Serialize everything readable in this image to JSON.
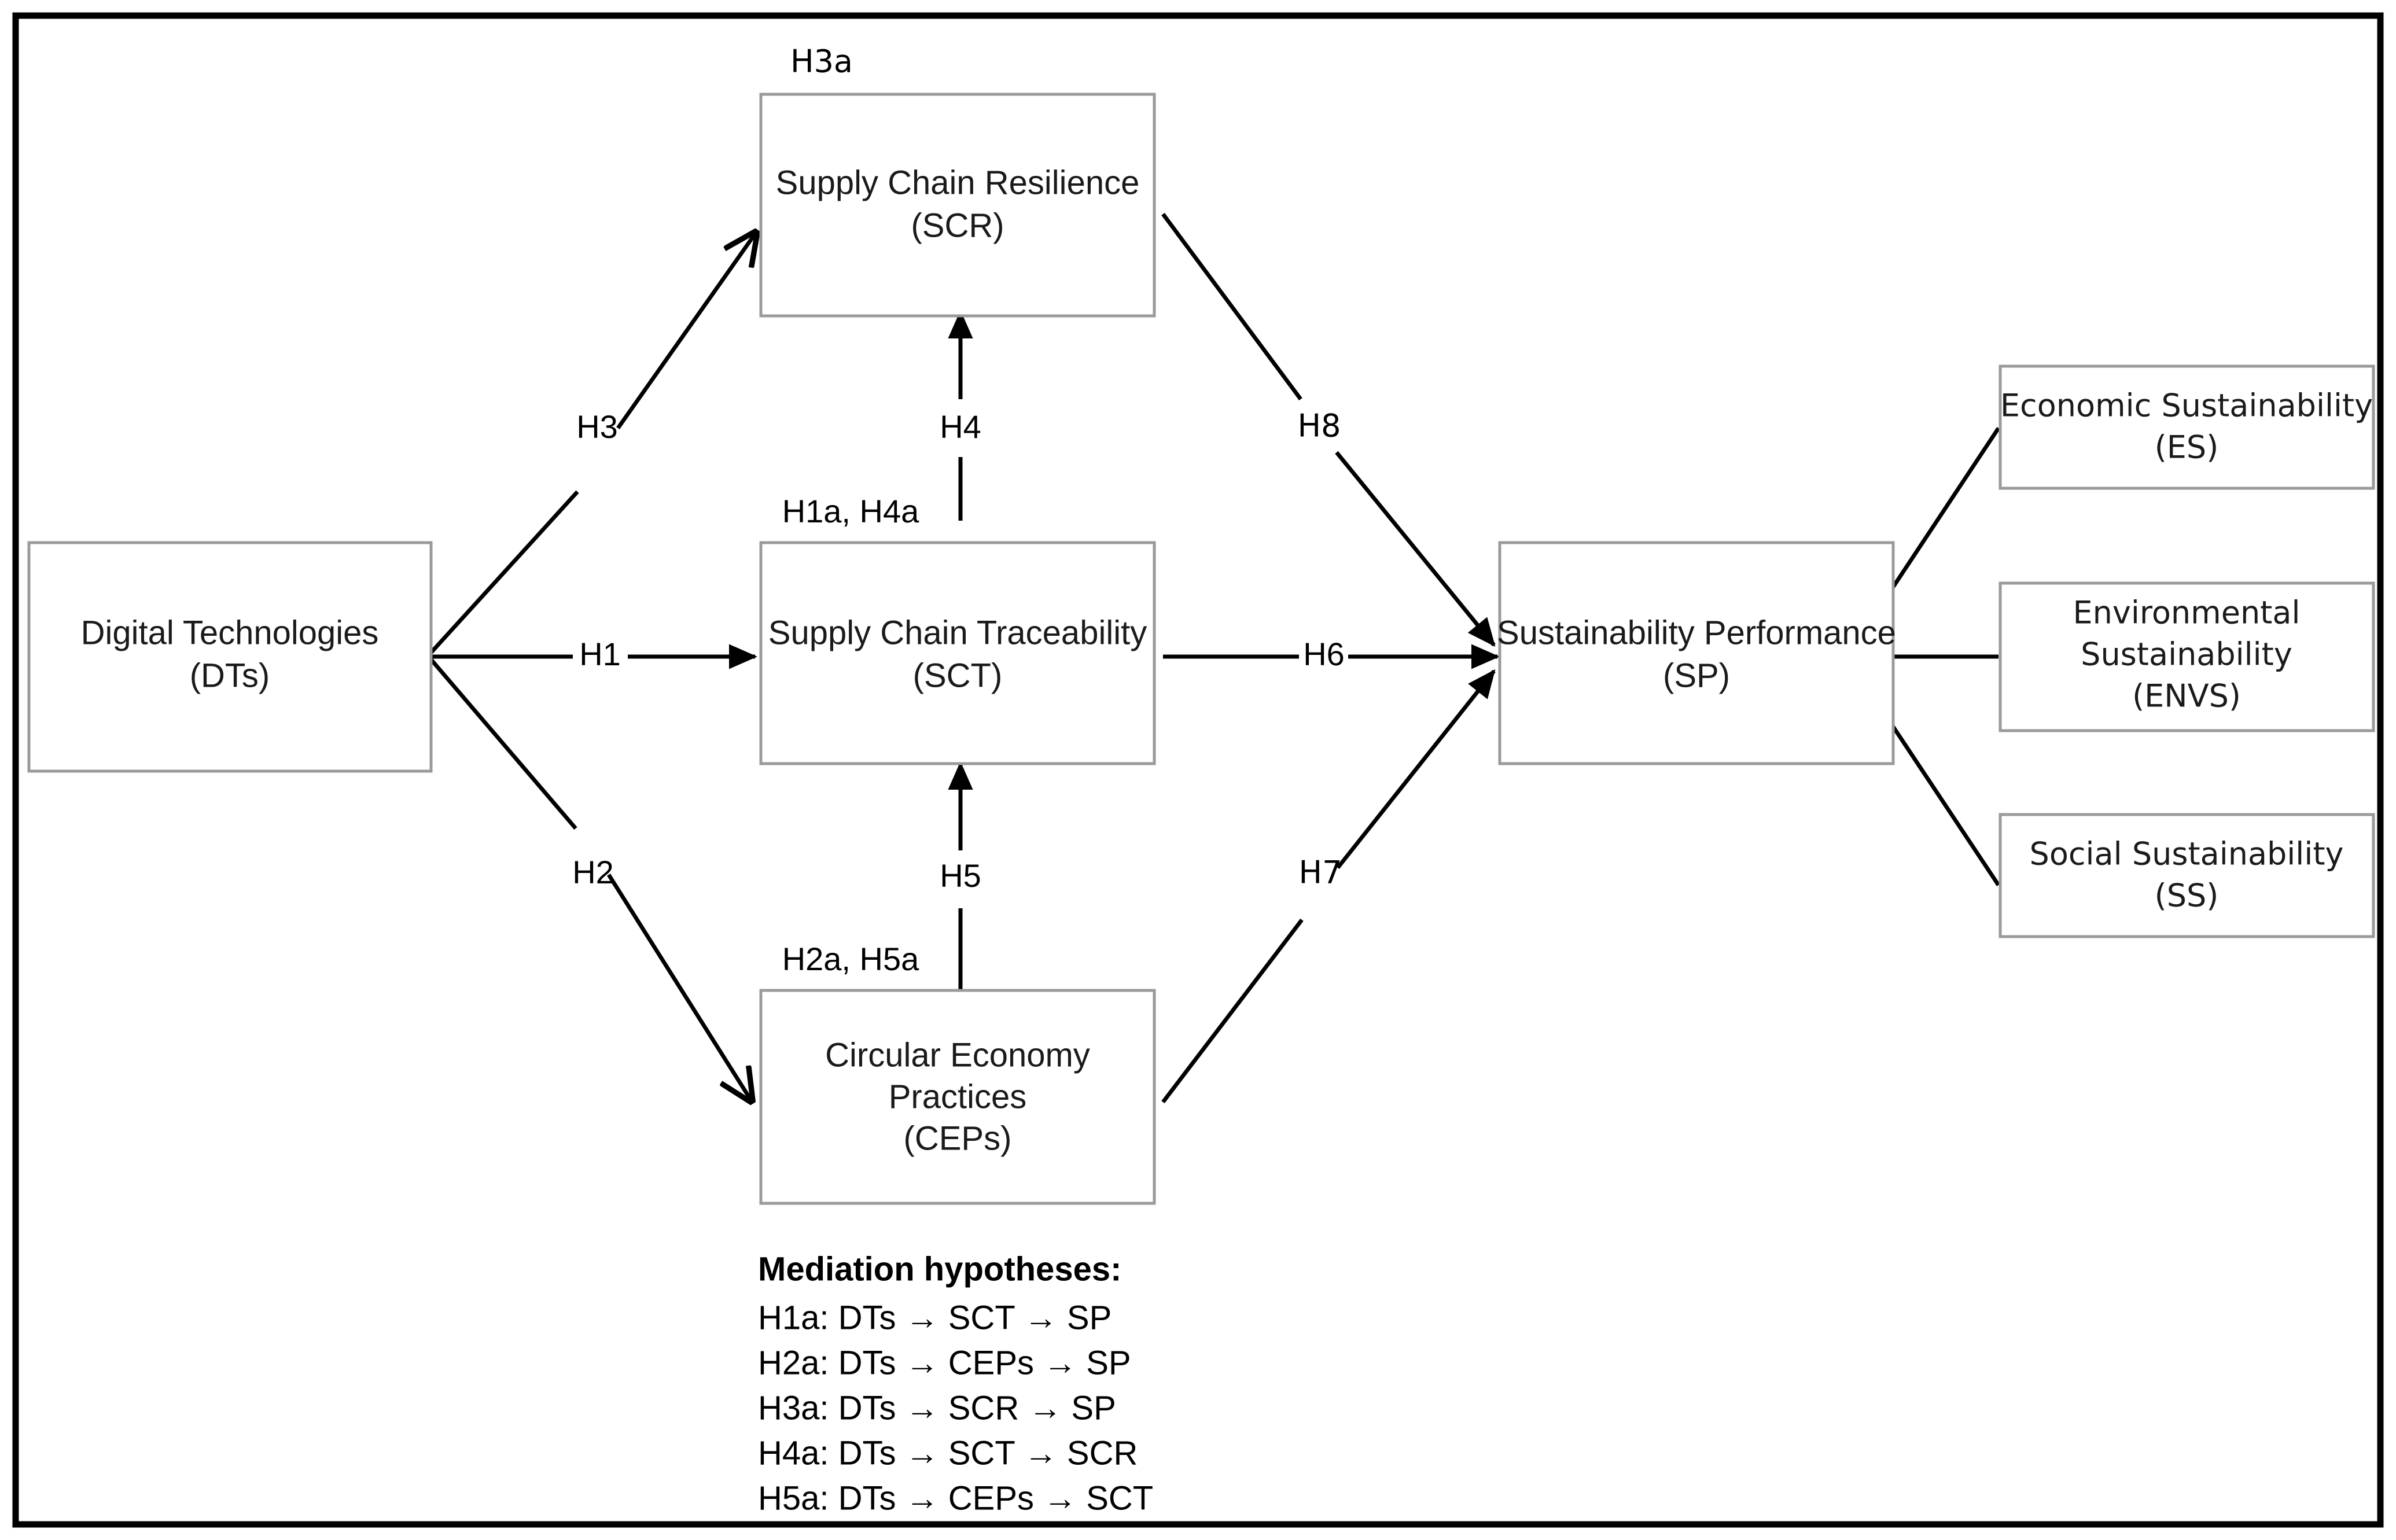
{
  "figure": {
    "type": "conceptual-research-model",
    "frame_color": "#000000",
    "box_border_color": "#9a9a9a",
    "line_color": "#000000"
  },
  "nodes": [
    {
      "id": "DTs",
      "lines": [
        "Digital Technologies",
        "(DTs)"
      ]
    },
    {
      "id": "SCR",
      "lines": [
        "Supply Chain Resilience",
        "(SCR)"
      ]
    },
    {
      "id": "SCT",
      "lines": [
        "Supply Chain Traceability",
        "(SCT)"
      ]
    },
    {
      "id": "CEPs",
      "lines": [
        "Circular Economy",
        "Practices",
        "(CEPs)"
      ]
    },
    {
      "id": "SP",
      "lines": [
        "Sustainability Performance",
        "(SP)"
      ]
    },
    {
      "id": "ES",
      "lines": [
        "Economic Sustainability",
        "(ES)"
      ]
    },
    {
      "id": "ENVS",
      "lines": [
        "Environmental",
        "Sustainability",
        "(ENVS)"
      ]
    },
    {
      "id": "SS",
      "lines": [
        "Social Sustainability",
        "(SS)"
      ]
    }
  ],
  "path_labels": {
    "h1": "H1",
    "h2": "H2",
    "h3": "H3",
    "h4": "H4",
    "h5": "H5",
    "h6": "H6",
    "h7": "H7",
    "h8": "H8",
    "h3a": "H3a",
    "h1a_h4a": "H1a, H4a",
    "h2a_h5a": "H2a, H5a"
  },
  "mediation": {
    "title": "Mediation hypotheses:",
    "items": [
      "H1a: DTs → SCT → SP",
      "H2a: DTs → CEPs → SP",
      "H3a: DTs → SCR → SP",
      "H4a: DTs → SCT → SCR",
      "H5a: DTs → CEPs → SCT"
    ]
  }
}
